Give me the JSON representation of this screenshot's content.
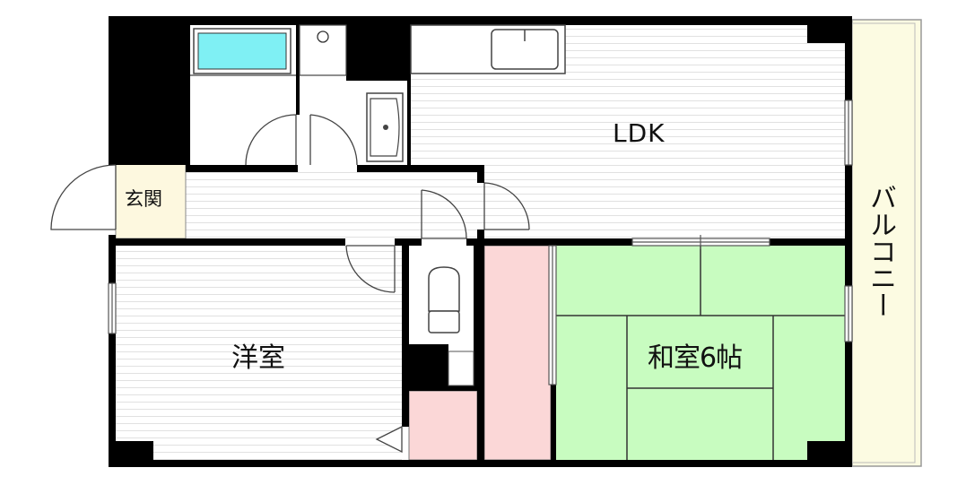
{
  "rooms": {
    "ldk": "LDK",
    "genkan": "玄関",
    "yoshitsu": "洋室",
    "washitsu": "和室6帖",
    "balcony": "バルコニー"
  },
  "colors": {
    "wall": "#000000",
    "tatami": "#c8fcc0",
    "closet": "#fbd7d7",
    "genkan_floor": "#fdf8df",
    "balcony_floor": "#fcfbe2",
    "bathtub": "#7ff0f4",
    "floor_lines": "#dcdcdc"
  }
}
